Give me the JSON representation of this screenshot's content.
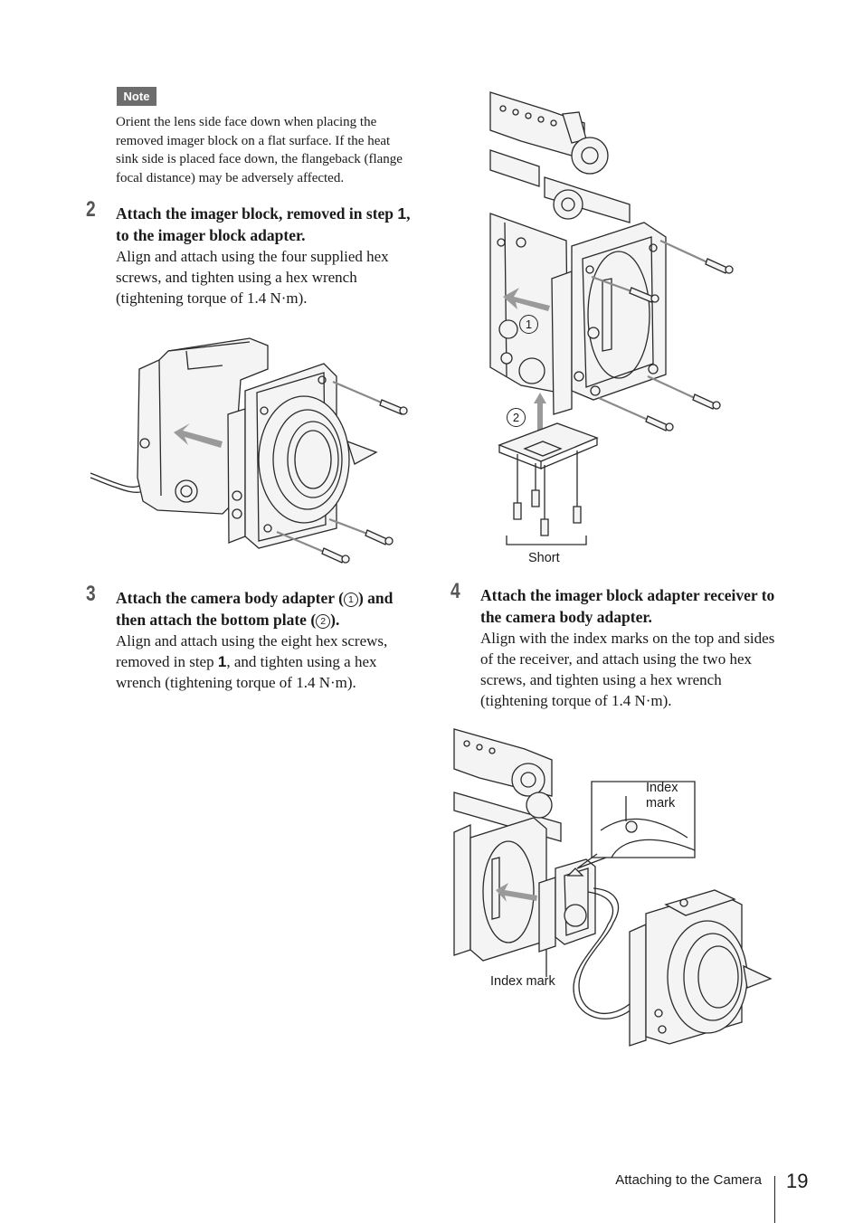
{
  "note": {
    "badge": "Note",
    "text": "Orient the lens side face down when placing the removed imager block on a flat surface. If the heat sink side is placed face down, the flangeback (flange focal distance) may be adversely affected."
  },
  "steps": [
    {
      "number": "2",
      "title_before": "Attach the imager block, removed in step ",
      "title_ref": "1",
      "title_after": ", to the imager block adapter.",
      "body": "Align and attach using the four supplied hex screws, and tighten using a hex wrench (tightening torque of 1.4 N·m)."
    },
    {
      "number": "3",
      "title_a": "Attach the camera body adapter (",
      "title_c1": "1",
      "title_b": ") and then attach the bottom plate (",
      "title_c2": "2",
      "title_c": ").",
      "body_before": "Align and attach using the eight hex screws, removed in step ",
      "body_ref": "1",
      "body_after": ", and tighten using a hex wrench (tightening torque of 1.4 N·m)."
    },
    {
      "number": "4",
      "title": "Attach the imager block adapter receiver to the camera body adapter.",
      "body": "Align with the index marks on the top and sides of the receiver, and attach using the two hex screws, and tighten using a hex wrench (tightening torque of 1.4 N·m)."
    }
  ],
  "figures": {
    "fig3": {
      "callout_1": "1",
      "callout_2": "2",
      "short_label": "Short"
    },
    "fig4": {
      "index_mark_inset": "Index mark",
      "index_mark_bottom": "Index mark"
    }
  },
  "footer": {
    "section_title": "Attaching to the Camera",
    "page_number": "19"
  }
}
